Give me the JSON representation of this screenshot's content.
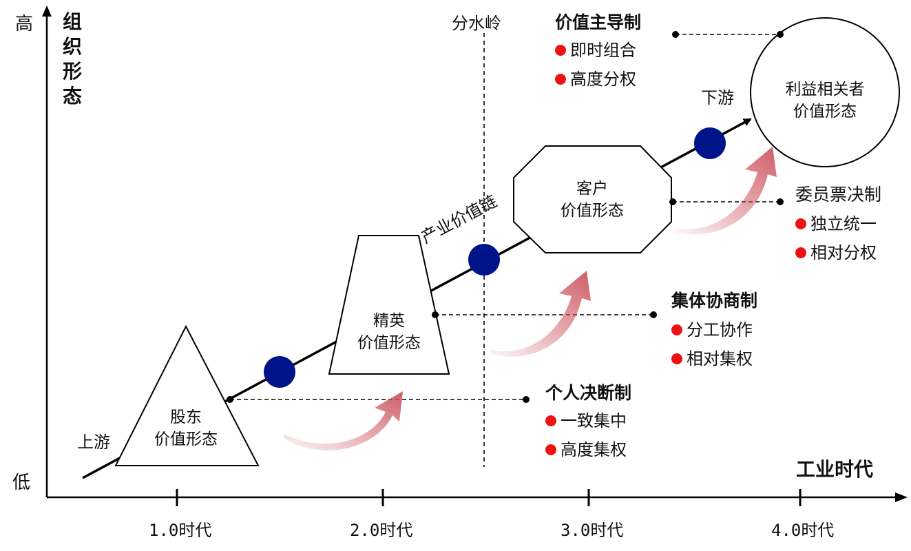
{
  "axes": {
    "y_label": [
      "组",
      "织",
      "形",
      "态"
    ],
    "y_high": "高",
    "y_low": "低",
    "x_label": "工业时代",
    "ticks": [
      "1.0时代",
      "2.0时代",
      "3.0时代",
      "4.0时代"
    ]
  },
  "chain": {
    "label": "产业价值链",
    "upstream": "上游",
    "downstream": "下游",
    "watershed": "分水岭"
  },
  "stages": [
    {
      "line1": "股东",
      "line2": "价值形态"
    },
    {
      "line1": "精英",
      "line2": "价值形态"
    },
    {
      "line1": "客户",
      "line2": "价值形态"
    },
    {
      "line1": "利益相关者",
      "line2": "价值形态"
    }
  ],
  "systems": [
    {
      "title": "个人决断制",
      "items": [
        "一致集中",
        "高度集权"
      ]
    },
    {
      "title": "集体协商制",
      "items": [
        "分工协作",
        "相对集权"
      ]
    },
    {
      "title": "委员票决制",
      "items": [
        "独立统一",
        "相对分权"
      ]
    },
    {
      "title": "价值主导制",
      "items": [
        "即时组合",
        "高度分权"
      ]
    }
  ],
  "colors": {
    "node": "#001489",
    "bullet": "#ee1111",
    "arrow": "#c94a55"
  }
}
